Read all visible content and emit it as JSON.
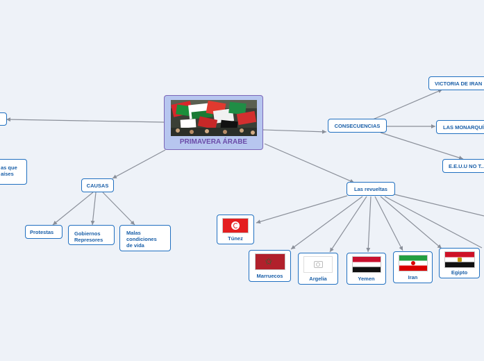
{
  "central": {
    "title": "PRIMAVERA ÁRABE",
    "image": "crowd-with-arab-flags"
  },
  "left_partial": {
    "line1": "as que",
    "line2": "aíses"
  },
  "causas": {
    "label": "CAUSAS",
    "children": [
      "Protestas",
      "Gobiernos Represores",
      "Malas condiciones de vida"
    ]
  },
  "consecuencias": {
    "label": "CONSECUENCIAS",
    "children": [
      "VICTORIA DE IRAN",
      "LAS MONARQUÍAS",
      "E.E.U.U NO T..."
    ]
  },
  "revueltas": {
    "label": "Las revueltas",
    "countries": [
      {
        "name": "Túnez",
        "flag": "tunisia-flag"
      },
      {
        "name": "Marruecos",
        "flag": "morocco-flag"
      },
      {
        "name": "Argelia",
        "flag": "image-placeholder-icon"
      },
      {
        "name": "Yemen",
        "flag": "yemen-flag"
      },
      {
        "name": "Iran",
        "flag": "iran-flag"
      },
      {
        "name": "Egipto",
        "flag": "egypt-flag"
      }
    ]
  },
  "colors": {
    "node_border": "#1f6fc0",
    "node_text": "#1a5fa8",
    "central_bg": "#b7c6ef",
    "central_title": "#6a4ba8",
    "link": "#8a8f99"
  }
}
